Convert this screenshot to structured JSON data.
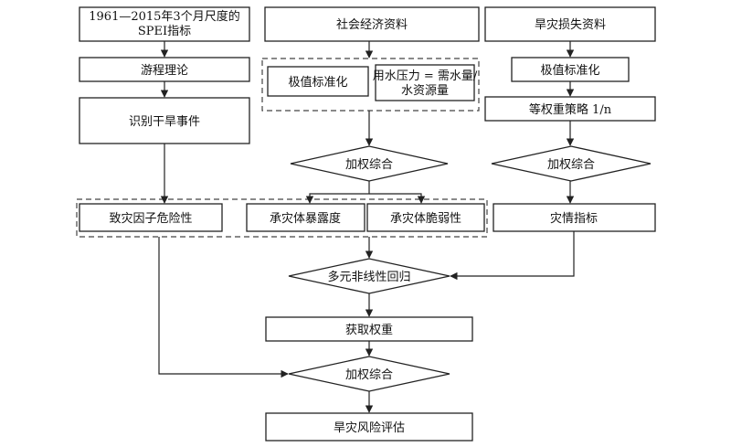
{
  "nodes": {
    "spei_l1": "1961—2015年3个月尺度的",
    "spei_l2": "SPEI指标",
    "socio": "社会经济资料",
    "loss": "旱灾损失资料",
    "run_theory": "游程理论",
    "normalize_left": "极值标准化",
    "water_stress_l1": "用水压力 = 需水量/",
    "water_stress_l2": "水资源量",
    "normalize_right": "极值标准化",
    "equal_weight": "等权重策略 1/n",
    "identify_drought": "识别干旱事件",
    "weighted_1": "加权综合",
    "weighted_2": "加权综合",
    "hazard": "致灾因子危险性",
    "exposure": "承灾体暴露度",
    "vulnerability": "承灾体脆弱性",
    "disaster_index": "灾情指标",
    "regression": "多元非线性回归",
    "get_weights": "获取权重",
    "weighted_3": "加权综合",
    "risk": "旱灾风险评估"
  }
}
